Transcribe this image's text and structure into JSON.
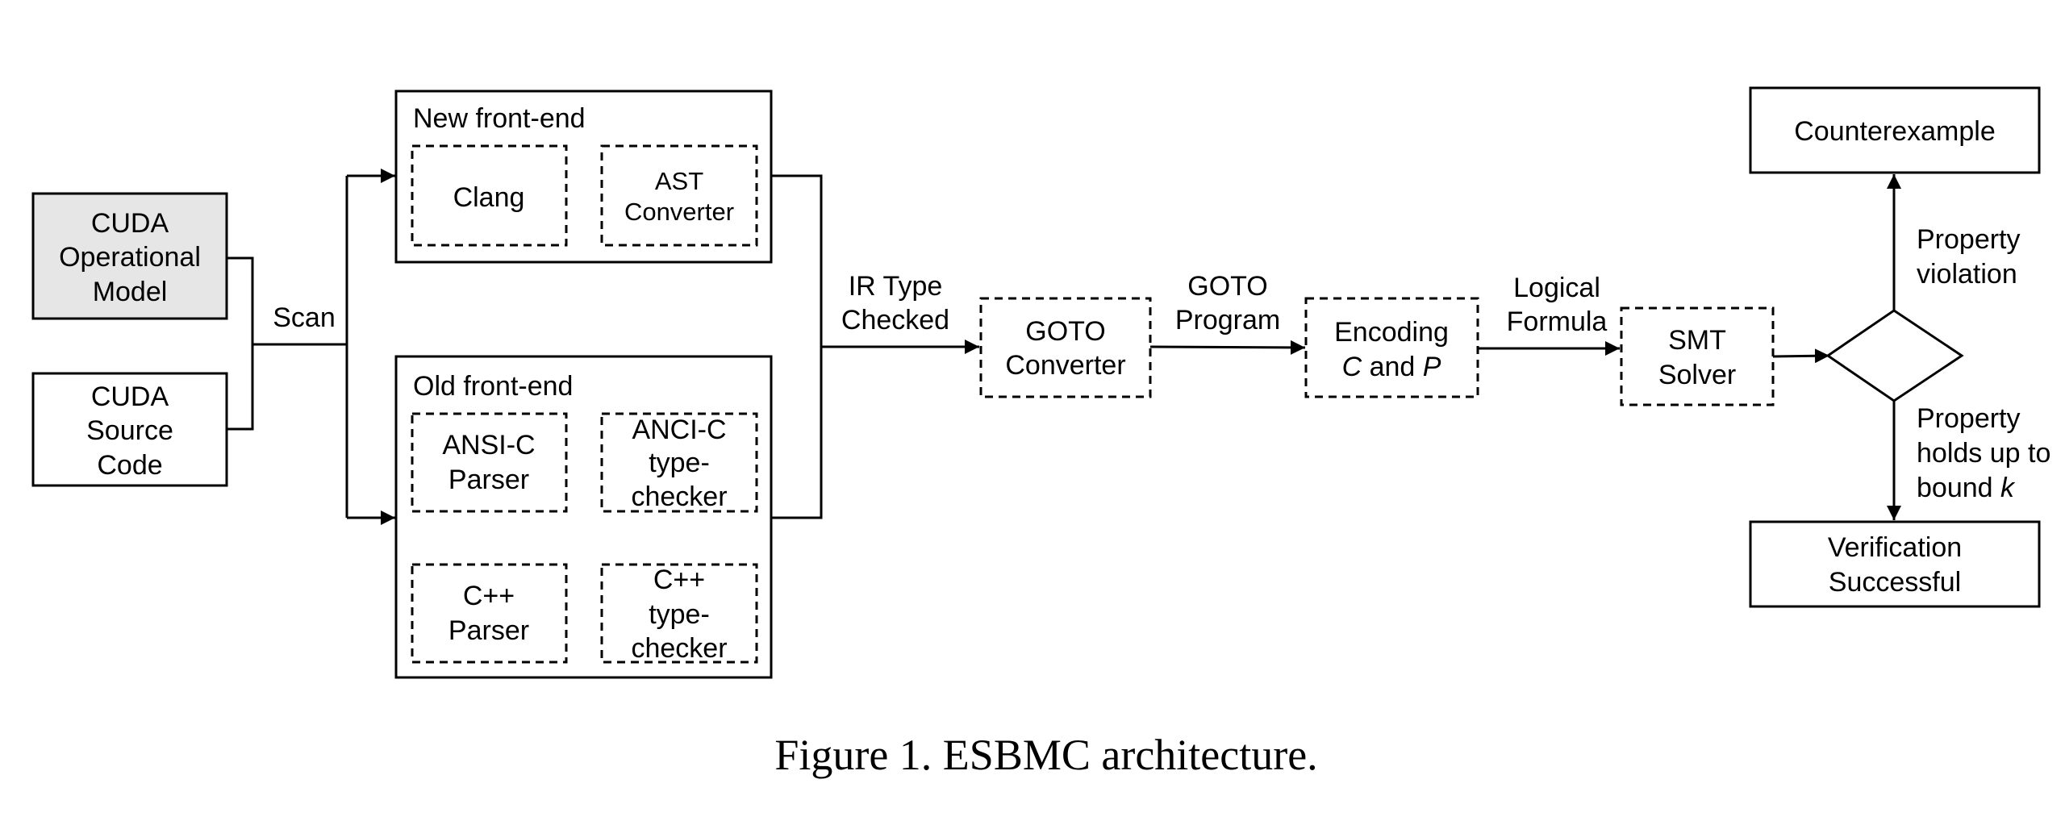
{
  "nodes": {
    "cuda_model": [
      "CUDA",
      "Operational",
      "Model"
    ],
    "cuda_source": [
      "CUDA",
      "Source",
      "Code"
    ],
    "new_frontend_title": "New front-end",
    "clang": "Clang",
    "ast_converter": [
      "AST",
      "Converter"
    ],
    "old_frontend_title": "Old front-end",
    "ansic_parser": [
      "ANSI-C",
      "Parser"
    ],
    "ansic_checker": [
      "ANCI-C",
      "type-",
      "checker"
    ],
    "cpp_parser": [
      "C++",
      "Parser"
    ],
    "cpp_checker": [
      "C++",
      "type-",
      "checker"
    ],
    "goto_converter": [
      "GOTO",
      "Converter"
    ],
    "encoding": {
      "line1": "Encoding",
      "c": "C",
      "and": " and ",
      "p": "P"
    },
    "smt_solver": [
      "SMT",
      "Solver"
    ],
    "counterexample": "Counterexample",
    "verification": [
      "Verification",
      "Successful"
    ]
  },
  "edges": {
    "scan": "Scan",
    "ir_type_checked": [
      "IR Type",
      "Checked"
    ],
    "goto_program": [
      "GOTO",
      "Program"
    ],
    "logical_formula": [
      "Logical",
      "Formula"
    ],
    "property_violation": [
      "Property",
      "violation"
    ],
    "property_holds": {
      "line1": "Property",
      "line2": "holds up to",
      "line3_text": "bound ",
      "line3_var": "k"
    }
  },
  "caption": "Figure 1. ESBMC architecture."
}
